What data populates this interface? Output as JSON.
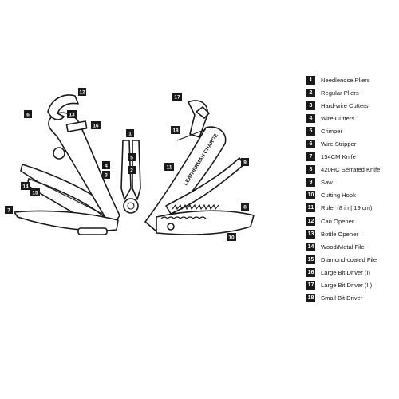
{
  "legend": [
    {
      "num": "1",
      "label": "Needlenose Pliers"
    },
    {
      "num": "2",
      "label": "Regular Pliers"
    },
    {
      "num": "3",
      "label": "Hard-wire Cutters"
    },
    {
      "num": "4",
      "label": "Wire Cutters"
    },
    {
      "num": "5",
      "label": "Crimper"
    },
    {
      "num": "6",
      "label": "Wire Stripper"
    },
    {
      "num": "7",
      "label": "154CM Knife"
    },
    {
      "num": "8",
      "label": "420HC Serrated Knife"
    },
    {
      "num": "9",
      "label": "Saw"
    },
    {
      "num": "10",
      "label": "Cutting Hook"
    },
    {
      "num": "11",
      "label": "Ruler (8 in | 19 cm)"
    },
    {
      "num": "12",
      "label": "Can Opener"
    },
    {
      "num": "13",
      "label": "Bottle Opener"
    },
    {
      "num": "14",
      "label": "Wood/Metal File"
    },
    {
      "num": "15",
      "label": "Diamond-coated File"
    },
    {
      "num": "16",
      "label": "Large Bit Driver (I)"
    },
    {
      "num": "17",
      "label": "Large Bit Driver (II)"
    },
    {
      "num": "18",
      "label": "Small Bit Driver"
    }
  ],
  "brand_text": "LEATHERMAN CHARGE",
  "colors": {
    "ink": "#1a1a1a",
    "background": "#ffffff"
  }
}
